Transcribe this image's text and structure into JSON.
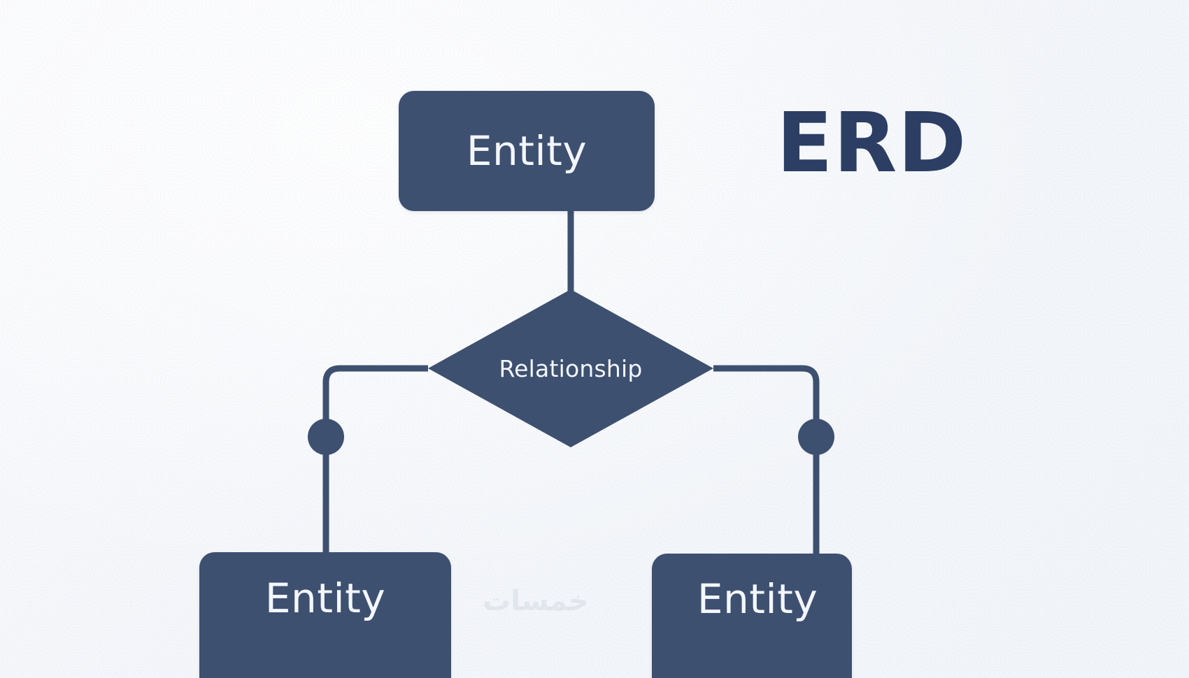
{
  "diagram": {
    "kind": "entity-relationship-diagram",
    "title": "ERD",
    "background_color": "#f6f8fb",
    "shape_color": "#3e5070",
    "shape_text_color": "#f3f6fb",
    "title_color": "#2c3e63",
    "connector_color": "#3e5070",
    "nodes": [
      {
        "id": "entity-top",
        "type": "entity",
        "label": "Entity"
      },
      {
        "id": "relationship-center",
        "type": "relationship",
        "label": "Relationship"
      },
      {
        "id": "entity-bottom-left",
        "type": "entity",
        "label": "Entity"
      },
      {
        "id": "entity-bottom-right",
        "type": "entity",
        "label": "Entity"
      }
    ],
    "edges": [
      {
        "from": "entity-top",
        "to": "relationship-center",
        "endpoint": "plain"
      },
      {
        "from": "relationship-center",
        "to": "entity-bottom-left",
        "endpoint": "dot"
      },
      {
        "from": "relationship-center",
        "to": "entity-bottom-right",
        "endpoint": "dot"
      }
    ]
  },
  "watermark": {
    "text": "خمسات"
  }
}
